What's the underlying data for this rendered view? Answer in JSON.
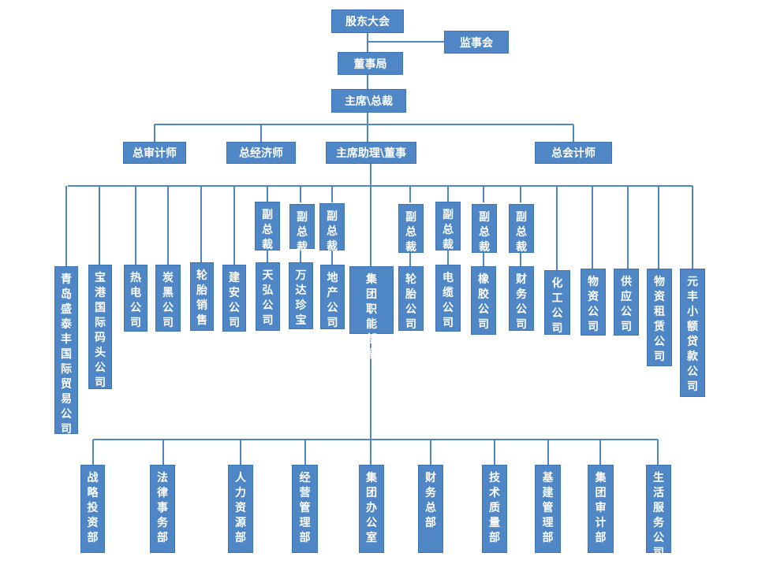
{
  "colors": {
    "box": "#4f86c6",
    "line": "#4f86c6",
    "text": "#ffffff"
  },
  "top": [
    {
      "id": "shareholders",
      "label": "股东大会"
    },
    {
      "id": "supervisors",
      "label": "监事会"
    },
    {
      "id": "board",
      "label": "董事局"
    },
    {
      "id": "chairman",
      "label": "主席\\总裁"
    }
  ],
  "level2": [
    {
      "id": "chief-auditor",
      "label": "总审计师"
    },
    {
      "id": "chief-economist",
      "label": "总经济师"
    },
    {
      "id": "assistant",
      "label": "主席助理\\董事"
    },
    {
      "id": "chief-accountant",
      "label": "总会计师"
    }
  ],
  "vps": [
    {
      "id": "vp-1",
      "label": "副总裁"
    },
    {
      "id": "vp-2",
      "label": "副总裁"
    },
    {
      "id": "vp-3",
      "label": "副总裁"
    },
    {
      "id": "vp-4",
      "label": "副总裁"
    },
    {
      "id": "vp-5",
      "label": "副总裁"
    },
    {
      "id": "vp-6",
      "label": "副总裁"
    },
    {
      "id": "vp-7",
      "label": "副总裁"
    }
  ],
  "companies": [
    {
      "id": "qingdao-trade",
      "label": "青岛盛泰丰国际贸易公司"
    },
    {
      "id": "baogang-port",
      "label": "宝港国际码头公司"
    },
    {
      "id": "thermal-power",
      "label": "热电公司"
    },
    {
      "id": "carbon-black",
      "label": "炭黑公司"
    },
    {
      "id": "tire-sales",
      "label": "轮胎销售"
    },
    {
      "id": "construction",
      "label": "建安公司"
    },
    {
      "id": "tianhong",
      "label": "天弘公司"
    },
    {
      "id": "wanda-jewelry",
      "label": "万达珍宝"
    },
    {
      "id": "real-estate",
      "label": "地产公司"
    },
    {
      "id": "group-functions",
      "label": "集团职能部室"
    },
    {
      "id": "tire-company",
      "label": "轮胎公司"
    },
    {
      "id": "cable-company",
      "label": "电缆公司"
    },
    {
      "id": "rubber-company",
      "label": "橡胶公司"
    },
    {
      "id": "finance-company",
      "label": "财务公司"
    },
    {
      "id": "chemical-company",
      "label": "化工公司"
    },
    {
      "id": "materials-company",
      "label": "物资公司"
    },
    {
      "id": "supply-company",
      "label": "供应公司"
    },
    {
      "id": "leasing-company",
      "label": "物资租赁公司"
    },
    {
      "id": "yuanfeng-loan",
      "label": "元丰小额贷款公司"
    }
  ],
  "departments": [
    {
      "id": "strategy-investment",
      "label": "战略投资部"
    },
    {
      "id": "legal-affairs",
      "label": "法律事务部"
    },
    {
      "id": "human-resources",
      "label": "人力资源部"
    },
    {
      "id": "business-management",
      "label": "经营管理部"
    },
    {
      "id": "group-office",
      "label": "集团办公室"
    },
    {
      "id": "finance-dept",
      "label": "财务总部"
    },
    {
      "id": "tech-quality",
      "label": "技术质量部"
    },
    {
      "id": "capital-construction",
      "label": "基建管理部"
    },
    {
      "id": "group-audit",
      "label": "集团审计部"
    },
    {
      "id": "life-services",
      "label": "生活服务公司"
    }
  ]
}
